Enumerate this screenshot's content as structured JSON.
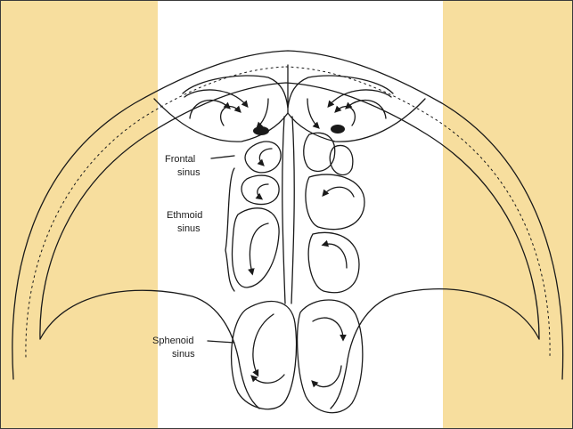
{
  "colors": {
    "side_panel": "#F7DE9E",
    "center_panel": "#FFFFFF",
    "ink": "#1A1A1A"
  },
  "labels": {
    "frontal": [
      "Frontal",
      "sinus"
    ],
    "ethmoid": [
      "Ethmoid",
      "sinus"
    ],
    "sphenoid": [
      "Sphenoid",
      "sinus"
    ]
  }
}
